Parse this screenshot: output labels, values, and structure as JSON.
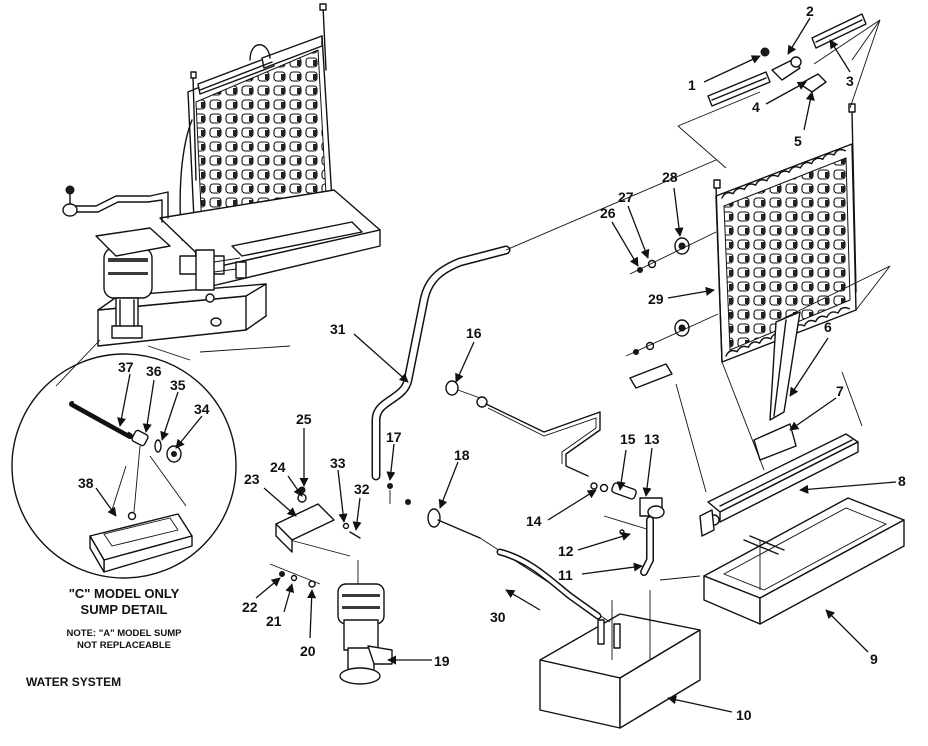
{
  "title": "WATER SYSTEM",
  "sump_detail": {
    "line1": "\"C\" MODEL ONLY",
    "line2": "SUMP DETAIL",
    "note1": "NOTE: \"A\" MODEL SUMP",
    "note2": "NOT REPLACEABLE"
  },
  "callouts": {
    "c1": "1",
    "c2": "2",
    "c3": "3",
    "c4": "4",
    "c5": "5",
    "c6": "6",
    "c7": "7",
    "c8": "8",
    "c9": "9",
    "c10": "10",
    "c11": "11",
    "c12": "12",
    "c13": "13",
    "c14": "14",
    "c15": "15",
    "c16": "16",
    "c17": "17",
    "c18": "18",
    "c19": "19",
    "c20": "20",
    "c21": "21",
    "c22": "22",
    "c23": "23",
    "c24": "24",
    "c25": "25",
    "c26": "26",
    "c27": "27",
    "c28": "28",
    "c29": "29",
    "c30": "30",
    "c31": "31",
    "c32": "32",
    "c33": "33",
    "c34": "34",
    "c35": "35",
    "c36": "36",
    "c37": "37",
    "c38": "38"
  }
}
